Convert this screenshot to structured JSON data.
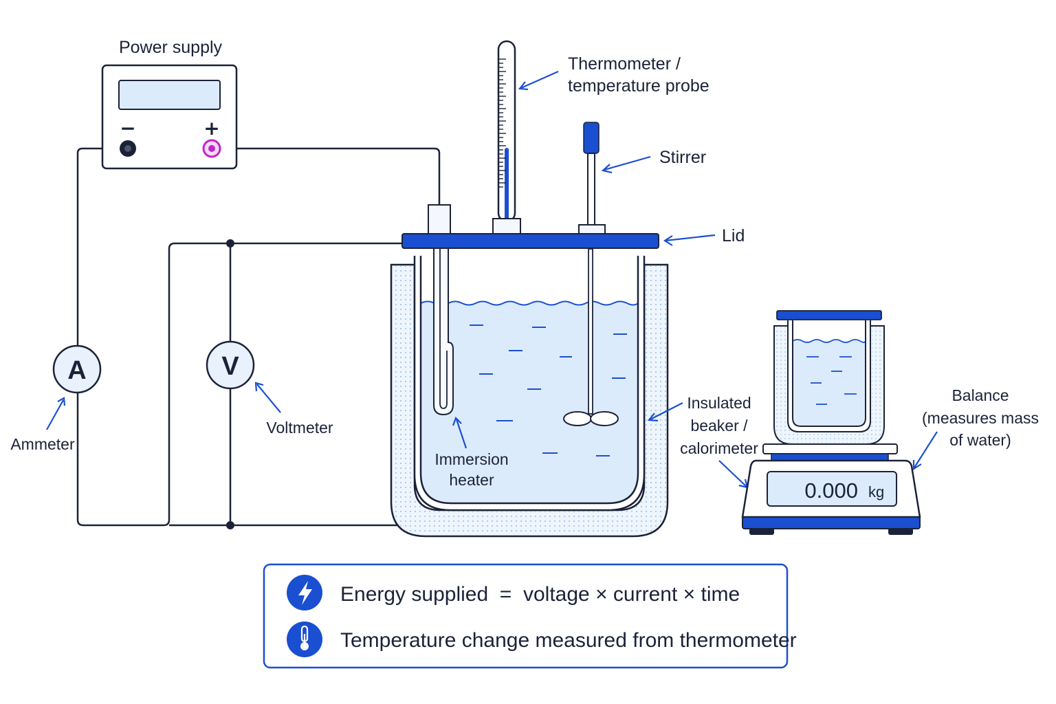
{
  "labels": {
    "power_supply": "Power supply",
    "terminal_negative": "−",
    "terminal_positive": "+",
    "thermometer_line1": "Thermometer /",
    "thermometer_line2": "temperature probe",
    "stirrer": "Stirrer",
    "lid": "Lid",
    "insulated_line1": "Insulated",
    "insulated_line2": "beaker /",
    "insulated_line3": "calorimeter",
    "balance_line1": "Balance",
    "balance_line2": "(measures mass",
    "balance_line3": "of water)",
    "ammeter": "Ammeter",
    "voltmeter": "Voltmeter",
    "immersion_line1": "Immersion",
    "immersion_line2": "heater"
  },
  "meters": {
    "ammeter_symbol": "A",
    "voltmeter_symbol": "V"
  },
  "balance_display": {
    "reading": "0.000",
    "unit": "kg"
  },
  "info_box": {
    "energy_text": "Energy supplied  =  voltage × current × time",
    "temperature_text": "Temperature change measured from thermometer",
    "energy_icon": "lightning-icon",
    "temperature_icon": "thermometer-icon"
  },
  "colors": {
    "accent_blue": "#1a4fd1",
    "water": "#dcebfb",
    "insulation": "#eef5fd",
    "positive_terminal": "#c026c9",
    "wire": "#1b2238"
  }
}
